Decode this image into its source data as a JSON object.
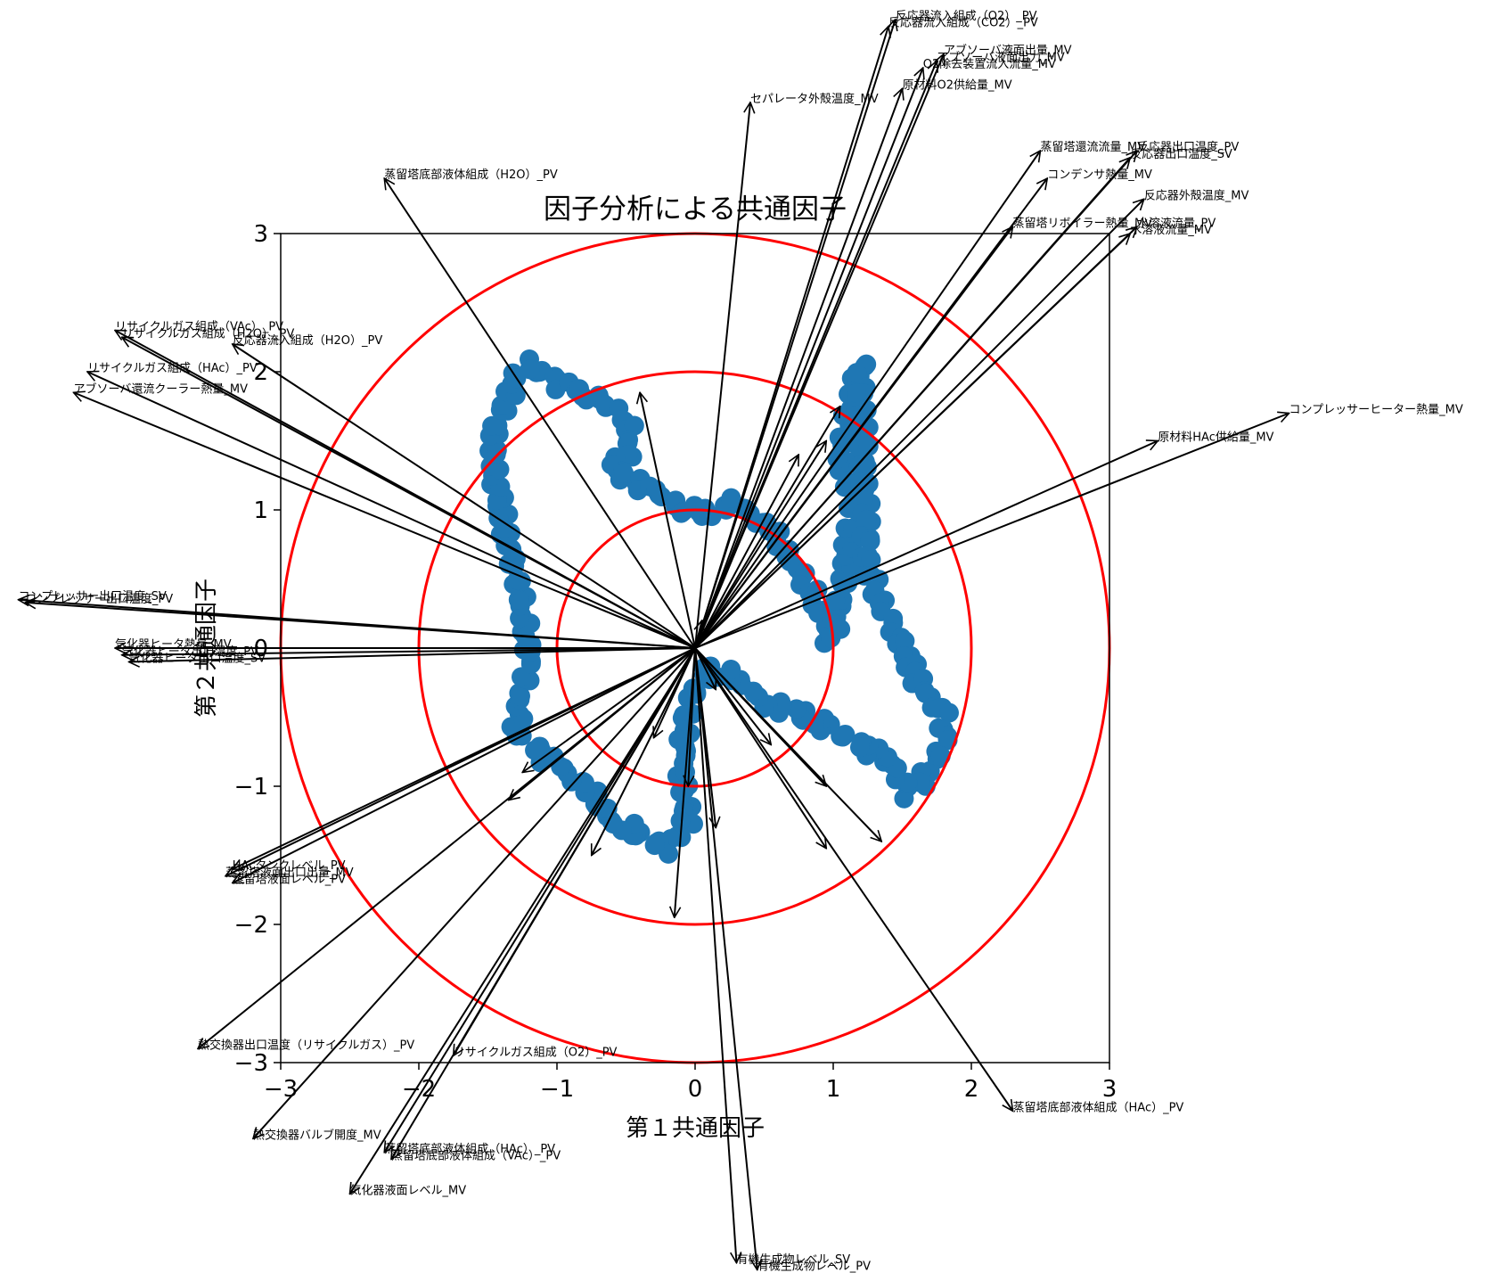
{
  "chart_data": {
    "type": "scatter",
    "title": "因子分析による共通因子",
    "xlabel": "第１共通因子",
    "ylabel": "第２共通因子",
    "xlim": [
      -3,
      3
    ],
    "ylim": [
      -3,
      3
    ],
    "xticks": [
      -3,
      -2,
      -1,
      0,
      1,
      2,
      3
    ],
    "yticks": [
      -3,
      -2,
      -1,
      0,
      1,
      2,
      3
    ],
    "grid": false,
    "colors": {
      "points": "#1f77b4",
      "circles": "#ff0000",
      "arrows": "#000000"
    },
    "circles": [
      1,
      2,
      3
    ],
    "scatter_path": [
      [
        -1.2,
        2.05
      ],
      [
        -1.05,
        1.95
      ],
      [
        -0.85,
        1.85
      ],
      [
        -0.65,
        1.78
      ],
      [
        -0.5,
        1.65
      ],
      [
        -0.45,
        1.45
      ],
      [
        -0.6,
        1.3
      ],
      [
        -0.45,
        1.2
      ],
      [
        -0.3,
        1.15
      ],
      [
        -0.1,
        1.0
      ],
      [
        0.1,
        0.98
      ],
      [
        0.3,
        1.05
      ],
      [
        0.55,
        0.85
      ],
      [
        0.75,
        0.55
      ],
      [
        0.9,
        0.3
      ],
      [
        0.95,
        0.1
      ],
      [
        1.0,
        0.05
      ],
      [
        1.15,
        1.0
      ],
      [
        1.05,
        1.4
      ],
      [
        1.15,
        1.85
      ],
      [
        1.2,
        2.05
      ],
      [
        1.25,
        0.6
      ],
      [
        1.35,
        0.3
      ],
      [
        1.5,
        0.05
      ],
      [
        1.55,
        -0.1
      ],
      [
        1.65,
        -0.3
      ],
      [
        1.8,
        -0.5
      ],
      [
        1.8,
        -0.7
      ],
      [
        1.7,
        -0.9
      ],
      [
        1.55,
        -1.05
      ],
      [
        1.4,
        -0.8
      ],
      [
        1.2,
        -0.7
      ],
      [
        0.9,
        -0.55
      ],
      [
        0.7,
        -0.45
      ],
      [
        0.5,
        -0.4
      ],
      [
        0.3,
        -0.2
      ],
      [
        0.1,
        -0.15
      ],
      [
        -0.05,
        -0.4
      ],
      [
        -0.1,
        -0.8
      ],
      [
        -0.05,
        -1.25
      ],
      [
        -0.2,
        -1.45
      ],
      [
        -0.4,
        -1.35
      ],
      [
        -0.6,
        -1.25
      ],
      [
        -0.8,
        -1.0
      ],
      [
        -1.0,
        -0.85
      ],
      [
        -1.2,
        -0.7
      ],
      [
        -1.3,
        -0.6
      ],
      [
        -1.25,
        -0.35
      ],
      [
        -1.2,
        -0.05
      ],
      [
        -1.25,
        0.3
      ],
      [
        -1.35,
        0.75
      ],
      [
        -1.45,
        1.2
      ],
      [
        -1.45,
        1.6
      ],
      [
        -1.3,
        1.95
      ]
    ],
    "loadings": [
      {
        "label": "蒸留塔底部液体組成（H2O）_PV",
        "x": -2.25,
        "y": 3.4
      },
      {
        "label": "リサイクルガス組成（VAc）_PV",
        "x": -4.2,
        "y": 2.3
      },
      {
        "label": "リサイクルガス組成（H2O）_PV",
        "x": -4.15,
        "y": 2.25
      },
      {
        "label": "反応器流入組成（H2O）_PV",
        "x": -3.35,
        "y": 2.2
      },
      {
        "label": "リサイクルガス組成（HAc）_PV",
        "x": -4.4,
        "y": 2.0
      },
      {
        "label": "アブソーバ還流クーラー熱量_MV",
        "x": -4.5,
        "y": 1.85
      },
      {
        "label": "コンプレッサー出口温度_SV",
        "x": -4.9,
        "y": 0.35
      },
      {
        "label": "コンプレッサー出口温度_PV",
        "x": -4.85,
        "y": 0.33
      },
      {
        "label": "気化器ヒータ熱量_MV",
        "x": -4.2,
        "y": 0.0
      },
      {
        "label": "気化器ヒータ出口温度_PV",
        "x": -4.15,
        "y": -0.05
      },
      {
        "label": "気化器ヒータ出口温度_SV",
        "x": -4.1,
        "y": -0.1
      },
      {
        "label": "HAcタンクレベル_PV",
        "x": -3.35,
        "y": -1.6
      },
      {
        "label": "蒸留塔液面出口出量_MV",
        "x": -3.4,
        "y": -1.65
      },
      {
        "label": "蒸留塔液面レベル_PV",
        "x": -3.35,
        "y": -1.7
      },
      {
        "label": "熱交換器出口温度（リサイクルガス）_PV",
        "x": -3.6,
        "y": -2.9
      },
      {
        "label": "熱交換器バルブ開度_MV",
        "x": -3.2,
        "y": -3.55
      },
      {
        "label": "リサイクルガス組成（O2）_PV",
        "x": -1.75,
        "y": -2.95
      },
      {
        "label": "蒸留塔底部液体組成（HAc）_PV",
        "x": -2.25,
        "y": -3.65
      },
      {
        "label": "蒸留塔底部液体組成（VAc）_PV",
        "x": -2.2,
        "y": -3.7
      },
      {
        "label": "気化器液面レベル_MV",
        "x": -2.5,
        "y": -3.95
      },
      {
        "label": "有機生成物レベル_SV",
        "x": 0.3,
        "y": -4.45
      },
      {
        "label": "有機生成物レベル_PV",
        "x": 0.45,
        "y": -4.5
      },
      {
        "label": "蒸留塔底部液体組成（HAc）_PV",
        "x": 2.3,
        "y": -3.35
      },
      {
        "label": "セパレータ外殻温度_MV",
        "x": 0.4,
        "y": 3.95
      },
      {
        "label": "反応器流入組成（CO2）_PV",
        "x": 1.4,
        "y": 4.5
      },
      {
        "label": "反応器流入組成（O2）_PV",
        "x": 1.45,
        "y": 4.55
      },
      {
        "label": "アブソーバ液面出力_MV",
        "x": 1.75,
        "y": 4.25
      },
      {
        "label": "アブソーバ液面出量_MV",
        "x": 1.8,
        "y": 4.3
      },
      {
        "label": "O2除去装置流入流量_MV",
        "x": 1.65,
        "y": 4.2
      },
      {
        "label": "原材料O2供給量_MV",
        "x": 1.5,
        "y": 4.05
      },
      {
        "label": "蒸留塔還流流量_MV",
        "x": 2.5,
        "y": 3.6
      },
      {
        "label": "反応器出口温度_PV",
        "x": 3.2,
        "y": 3.6
      },
      {
        "label": "反応器出口温度_SV",
        "x": 3.15,
        "y": 3.55
      },
      {
        "label": "コンデンサ熱量_MV",
        "x": 2.55,
        "y": 3.4
      },
      {
        "label": "反応器外殻温度_MV",
        "x": 3.25,
        "y": 3.25
      },
      {
        "label": "蒸留塔リボイラー熱量_MV",
        "x": 2.3,
        "y": 3.05
      },
      {
        "label": "水溶液流量_MV",
        "x": 3.15,
        "y": 3.0
      },
      {
        "label": "水溶液流量_PV",
        "x": 3.2,
        "y": 3.05
      },
      {
        "label": "原材料HAc供給量_MV",
        "x": 3.35,
        "y": 1.5
      },
      {
        "label": "コンプレッサーヒーター熱量_MV",
        "x": 4.3,
        "y": 1.7
      },
      {
        "label": "",
        "x": -0.4,
        "y": 1.85
      },
      {
        "label": "",
        "x": 1.05,
        "y": 1.75
      },
      {
        "label": "",
        "x": 0.95,
        "y": 1.5
      },
      {
        "label": "",
        "x": 0.75,
        "y": 1.4
      },
      {
        "label": "",
        "x": 0.05,
        "y": 0.2
      },
      {
        "label": "",
        "x": -1.25,
        "y": -0.9
      },
      {
        "label": "",
        "x": -1.35,
        "y": -1.1
      },
      {
        "label": "",
        "x": -0.75,
        "y": -1.5
      },
      {
        "label": "",
        "x": -0.15,
        "y": -1.95
      },
      {
        "label": "",
        "x": -0.05,
        "y": -1.0
      },
      {
        "label": "",
        "x": 0.15,
        "y": -1.3
      },
      {
        "label": "",
        "x": 0.55,
        "y": -0.7
      },
      {
        "label": "",
        "x": 0.95,
        "y": -1.0
      },
      {
        "label": "",
        "x": 0.95,
        "y": -1.45
      },
      {
        "label": "",
        "x": 1.35,
        "y": -1.4
      },
      {
        "label": "",
        "x": 0.15,
        "y": -0.3
      },
      {
        "label": "",
        "x": -0.3,
        "y": -0.65
      }
    ]
  }
}
